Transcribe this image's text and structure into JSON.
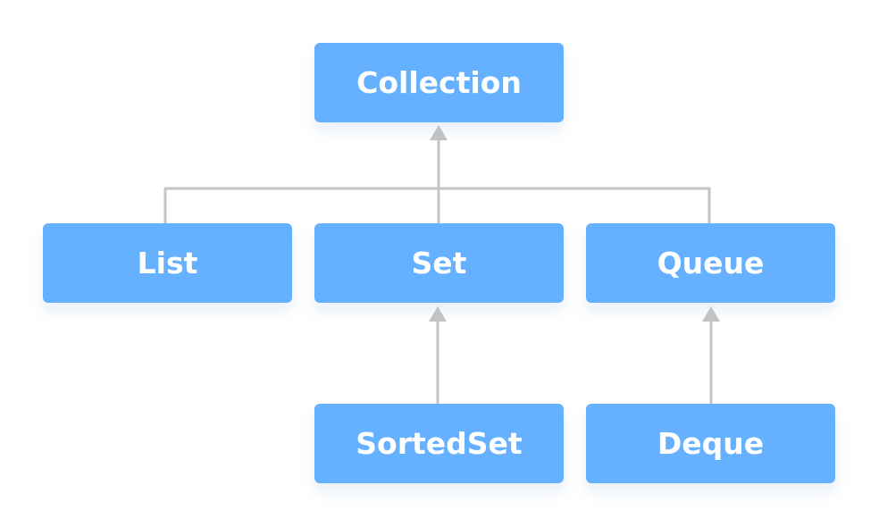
{
  "colors": {
    "node_fill": "#66b1ff",
    "node_text": "#ffffff",
    "connector": "#c4c4c4",
    "background": "#ffffff"
  },
  "nodes": {
    "collection": "Collection",
    "list": "List",
    "set": "Set",
    "queue": "Queue",
    "sortedset": "SortedSet",
    "deque": "Deque"
  },
  "relations": [
    {
      "child": "List",
      "parent": "Collection"
    },
    {
      "child": "Set",
      "parent": "Collection"
    },
    {
      "child": "Queue",
      "parent": "Collection"
    },
    {
      "child": "SortedSet",
      "parent": "Set"
    },
    {
      "child": "Deque",
      "parent": "Queue"
    }
  ]
}
